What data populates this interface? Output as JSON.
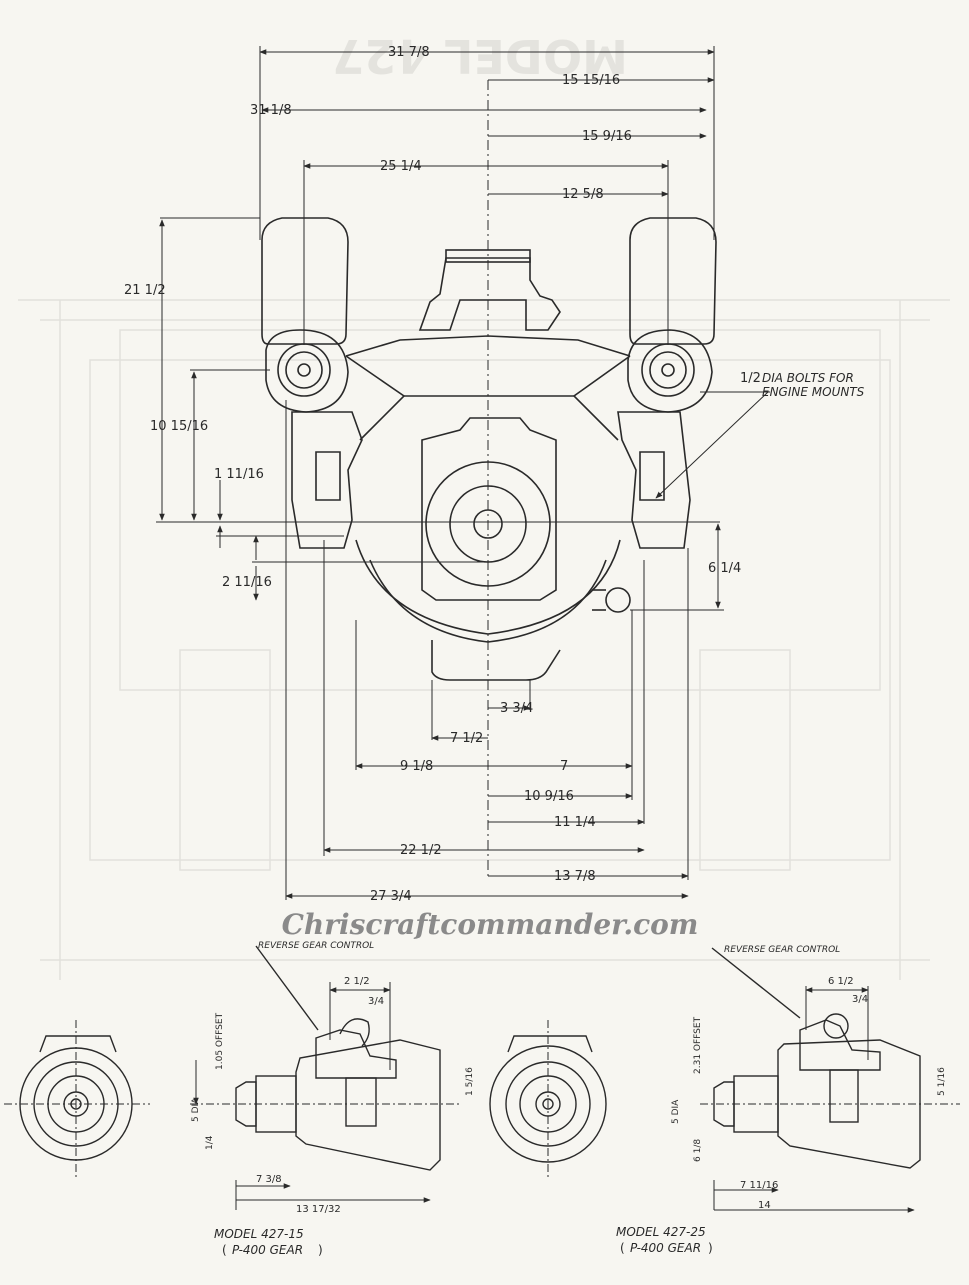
{
  "watermark_header": "MODEL 427",
  "website_watermark": "Chriscraftcommander.com",
  "main_view": {
    "dimensions_top": [
      "31 7/8",
      "15 15/16",
      "31 1/8",
      "15 9/16",
      "25 1/4",
      "12 5/8"
    ],
    "dimensions_left": [
      "21 1/2",
      "10 15/16",
      "1 11/16",
      "2 11/16"
    ],
    "dimension_right": "6 1/4",
    "mount_note_fraction": "1/2",
    "mount_note_line1": "DIA BOLTS FOR",
    "mount_note_line2": "ENGINE MOUNTS",
    "dimensions_bottom": [
      "3 3/4",
      "7 1/2",
      "9 1/8",
      "7",
      "10 9/16",
      "11 1/4",
      "22 1/2",
      "13 7/8",
      "27 3/4"
    ]
  },
  "left_gear_view": {
    "reverse_label": "REVERSE GEAR CONTROL",
    "offset_label": "1.05 OFFSET",
    "dia_label": "5 DIA",
    "dims": [
      "2 1/2",
      "3/4",
      "1 5/16",
      "1/4",
      "7 3/8",
      "13 17/32"
    ],
    "model": "MODEL 427-15",
    "gear": "P-400 GEAR"
  },
  "right_gear_view": {
    "reverse_label": "REVERSE GEAR CONTROL",
    "offset_label": "2.31 OFFSET",
    "dia_label": "5 DIA",
    "dims": [
      "6 1/2",
      "3/4",
      "5 1/16",
      "6 1/8",
      "7 11/16",
      "14"
    ],
    "model": "MODEL 427-25",
    "gear": "P-400 GEAR"
  },
  "colors": {
    "paper": "#f7f6f1",
    "ink": "#2a2a2a",
    "ghost": "#e2e1dc"
  }
}
